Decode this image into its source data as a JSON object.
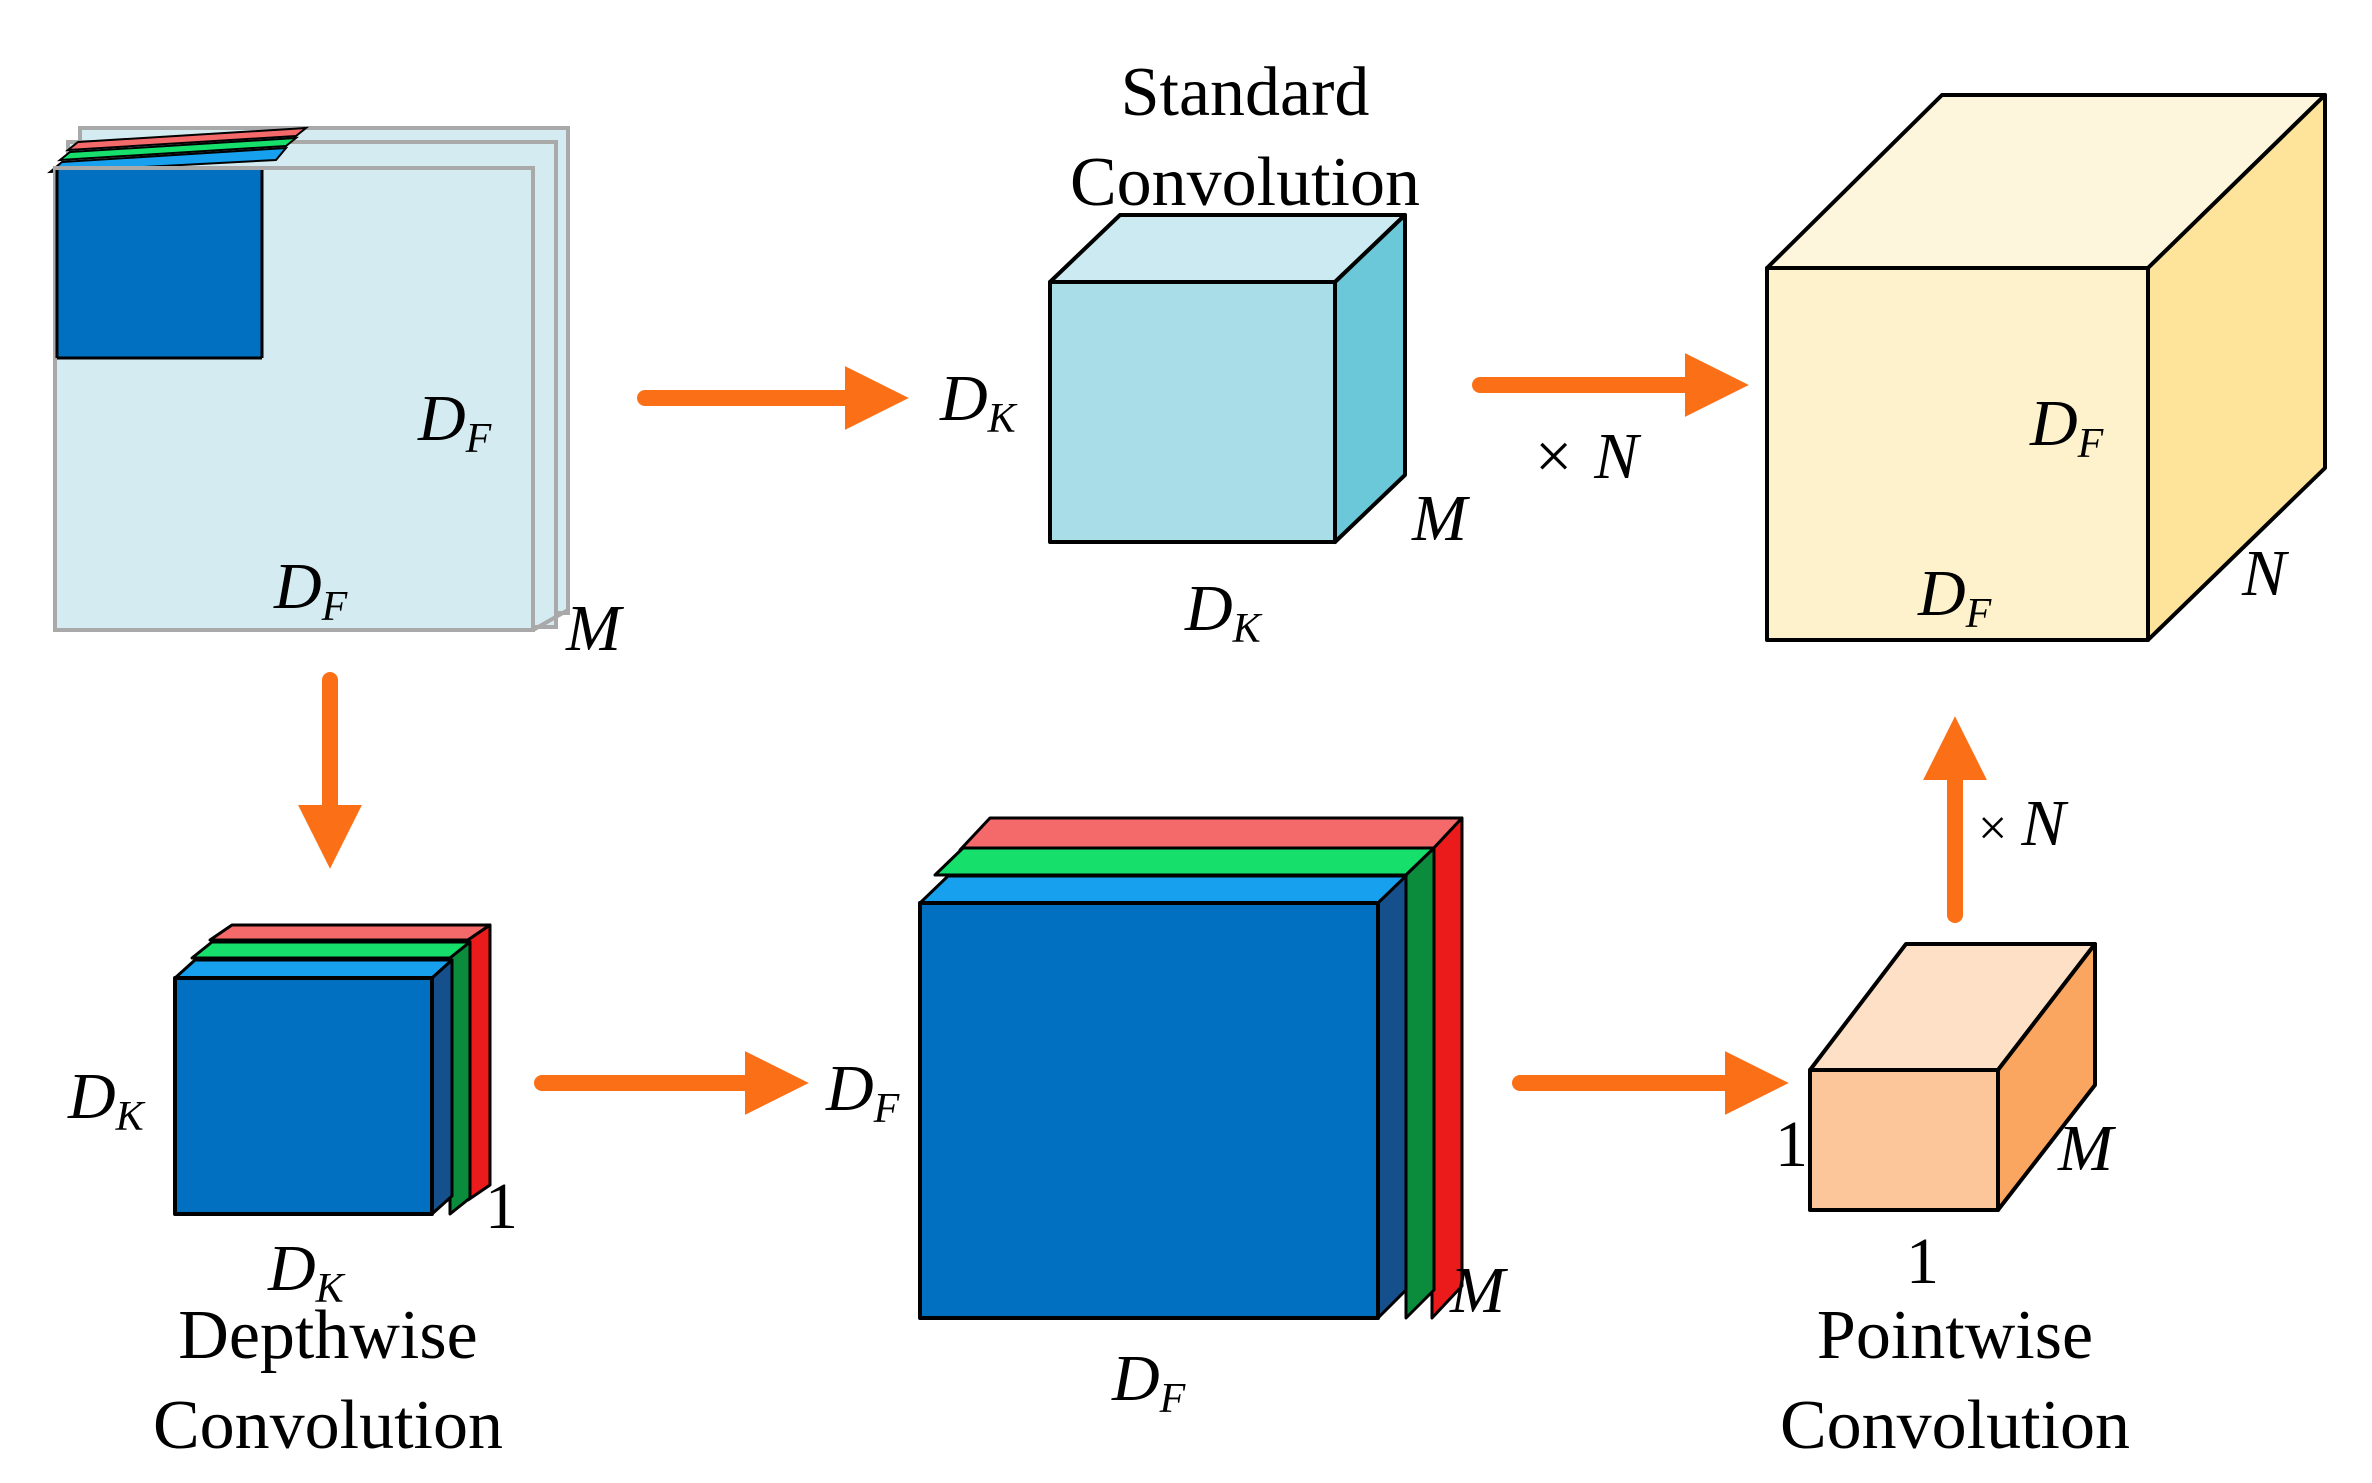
{
  "captions": {
    "standard": [
      "Standard",
      "Convolution"
    ],
    "depthwise": [
      "Depthwise",
      "Convolution"
    ],
    "pointwise": [
      "Pointwise",
      "Convolution"
    ]
  },
  "symbols": {
    "D": "D",
    "F": "F",
    "K": "K",
    "M": "M",
    "N": "N",
    "one": "1",
    "times": "×"
  },
  "colors": {
    "input_face": "#d4ecf1",
    "input_edge": "#a9a9a9",
    "kernel_front": "#a9dde7",
    "kernel_side": "#6bc8d9",
    "kernel_top": "#cbeaf1",
    "output_front": "#fdf2cc",
    "output_side": "#fde49a",
    "output_top": "#fdf6dd",
    "blue": "#0270c1",
    "blue_dark": "#154f8c",
    "light_blue": "#16a0ee",
    "green": "#16e06b",
    "green_dark": "#0a8c3c",
    "red": "#f46a6a",
    "red_dark": "#ec1b1b",
    "point_front": "#fdc59a",
    "point_side": "#fba660",
    "point_top": "#fde0c5",
    "arrow": "#fb7016"
  },
  "icons": {
    "arrow": "orange-arrow-icon"
  }
}
